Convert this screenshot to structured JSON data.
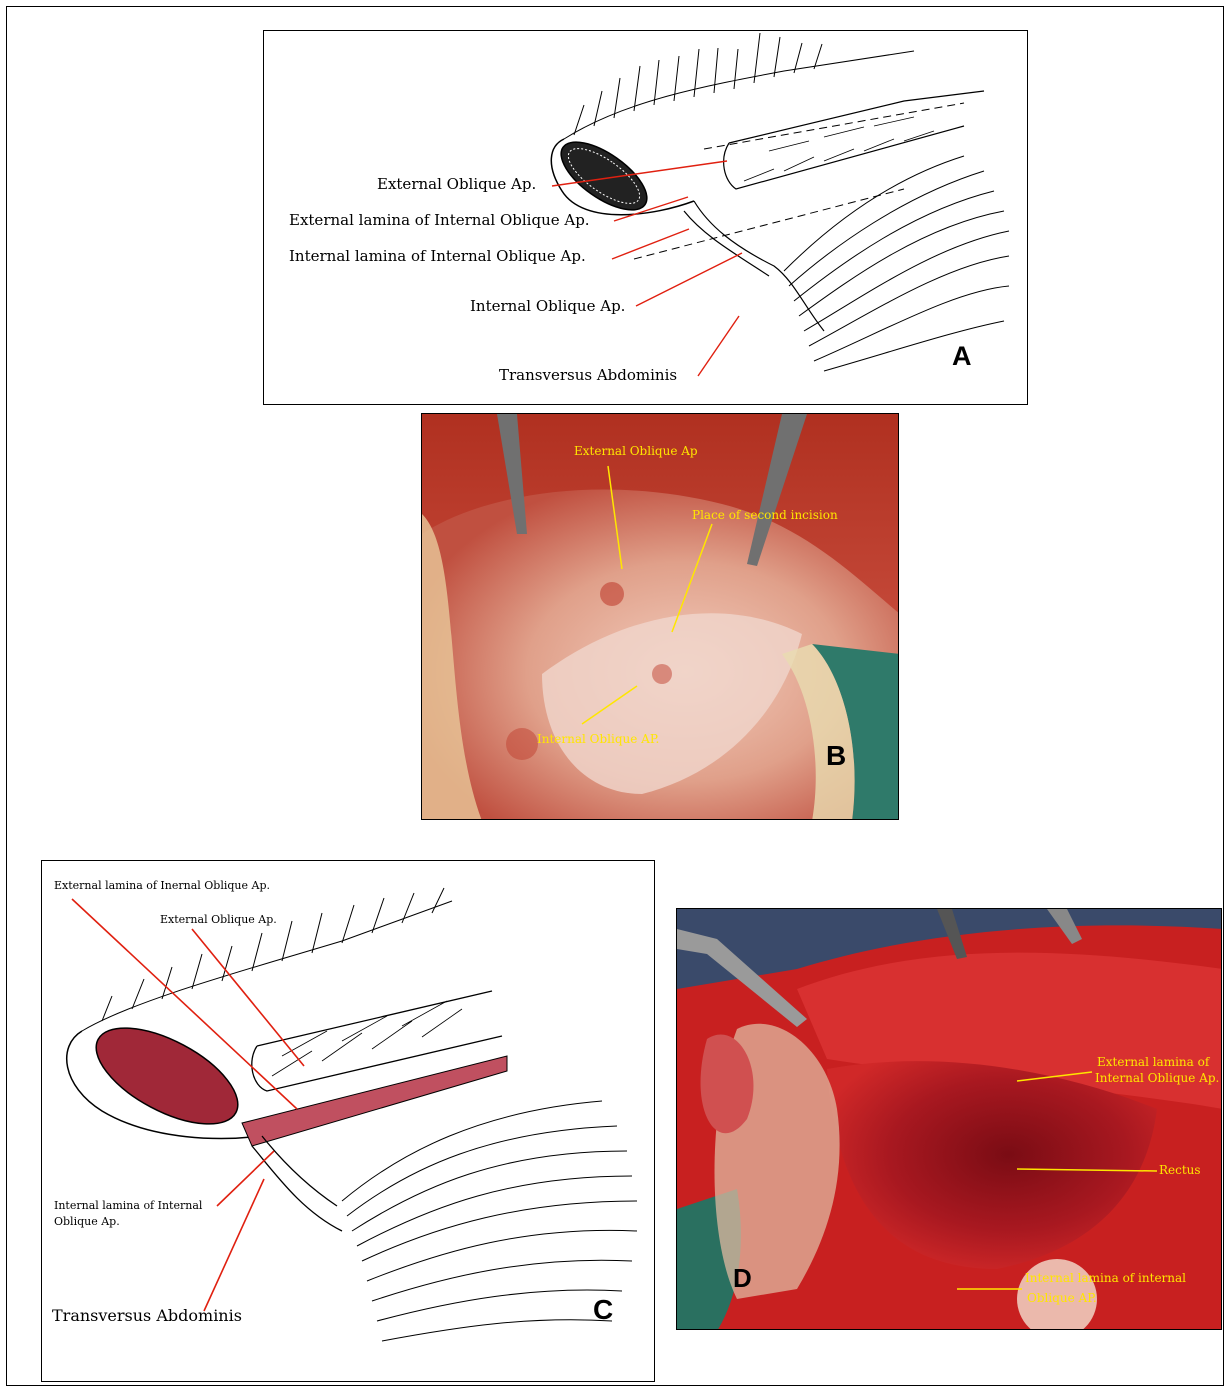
{
  "panel_a": {
    "letter": "A",
    "labels": {
      "external_oblique": "External Oblique Ap.",
      "external_lamina": "External lamina of Internal Oblique Ap.",
      "internal_lamina": "Internal lamina of Internal Oblique Ap.",
      "internal_oblique": "Internal Oblique Ap.",
      "transversus": "Transversus Abdominis"
    }
  },
  "panel_b": {
    "letter": "B",
    "labels": {
      "external_oblique": "External Oblique Ap",
      "second_incision": "Place of second incision",
      "internal_oblique": "Internal Oblique AP."
    }
  },
  "panel_c": {
    "letter": "C",
    "labels": {
      "external_lamina": "External lamina of Inernal Oblique Ap.",
      "external_oblique": "External Oblique Ap.",
      "internal_lamina_1": "Internal lamina of Internal",
      "internal_lamina_2": "Oblique Ap.",
      "transversus": "Transversus Abdominis"
    }
  },
  "panel_d": {
    "letter": "D",
    "labels": {
      "external_lamina_1": "External lamina of",
      "external_lamina_2": "Internal Oblique Ap.",
      "rectus": "Rectus",
      "internal_lamina_1": "Internal lamina of internal",
      "internal_lamina_2": "Oblique AP."
    }
  },
  "colors": {
    "leader_red": "#e02010",
    "leader_yellow": "#ffe600",
    "muscle_red": "#b03040",
    "ink": "#000000"
  }
}
